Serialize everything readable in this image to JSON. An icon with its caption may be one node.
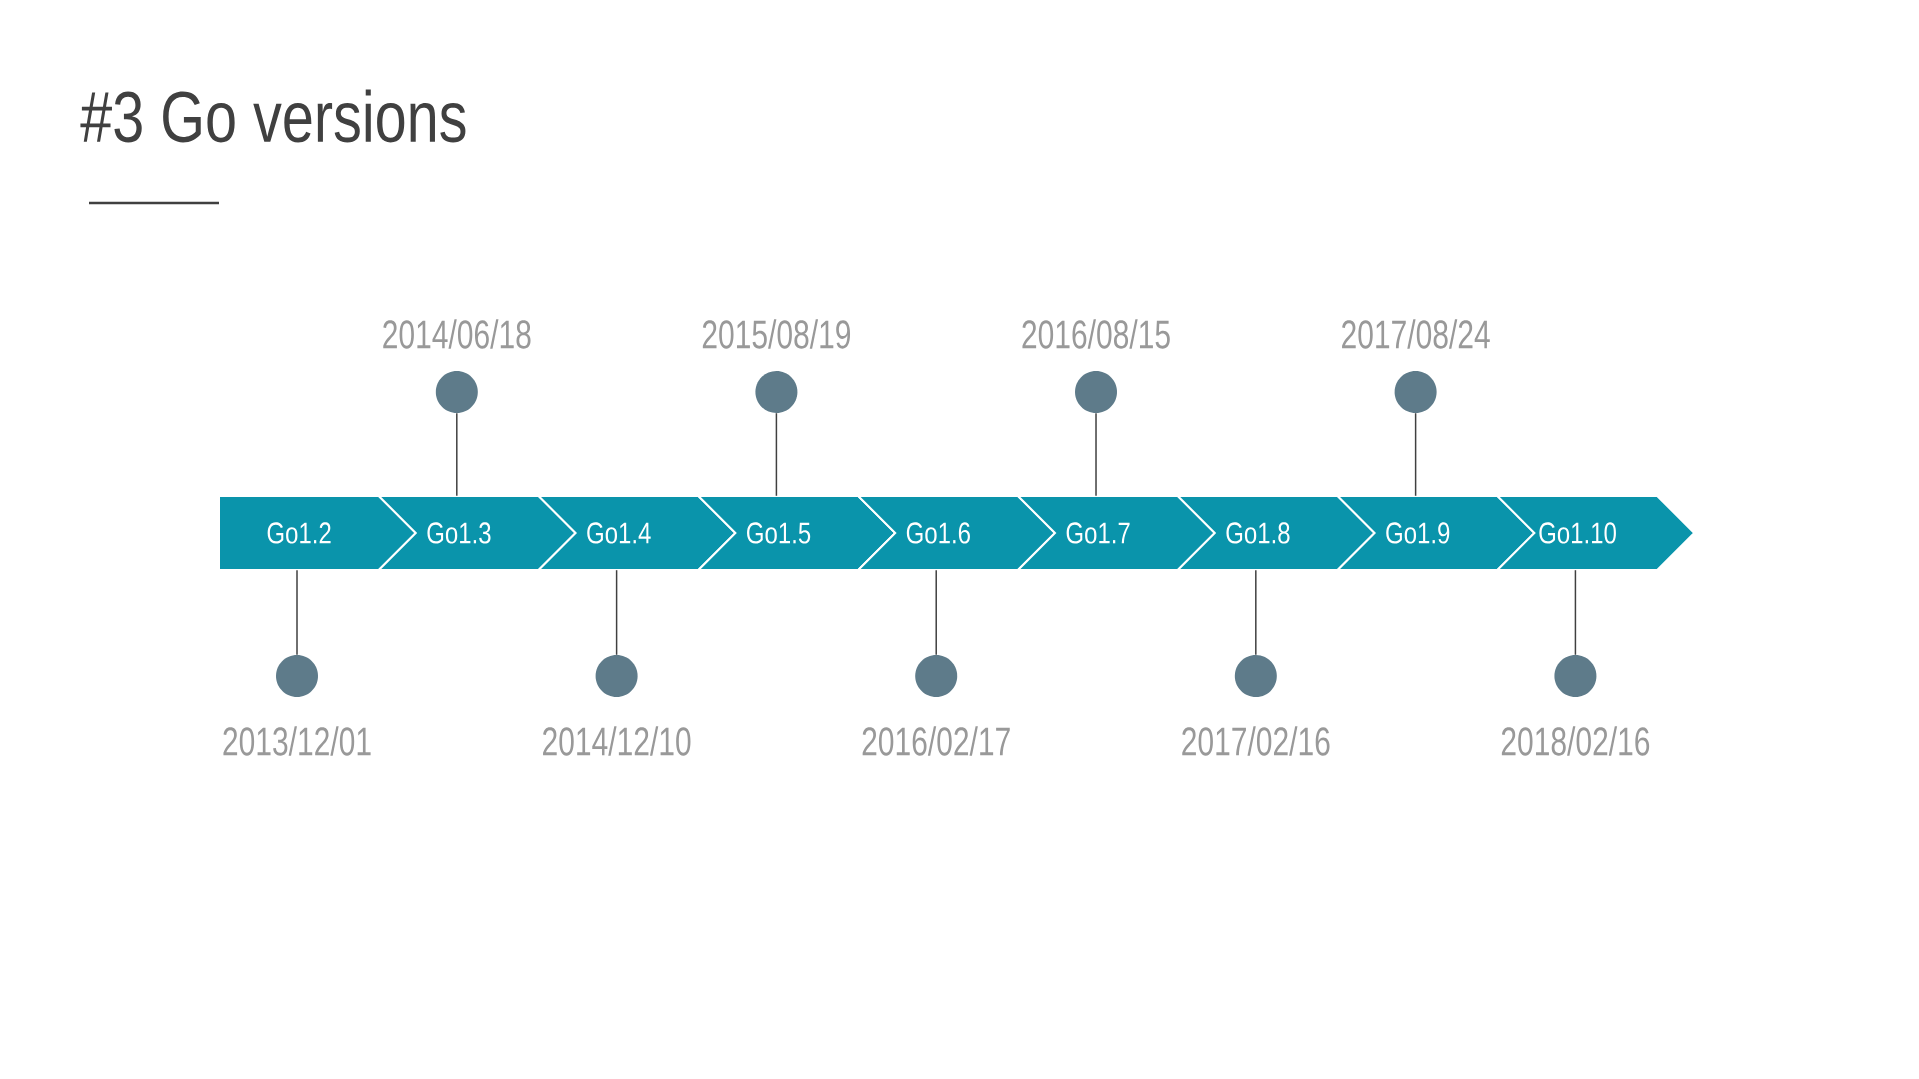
{
  "diagram": {
    "title": "#3 Go versions",
    "nodes": [
      {
        "text": [
          "Go1.2"
        ]
      },
      {
        "text": [
          "Go1.3"
        ]
      },
      {
        "text": [
          "Go1.4"
        ]
      },
      {
        "text": [
          "Go1.5"
        ]
      },
      {
        "text": [
          "Go1.6"
        ]
      },
      {
        "text": [
          "Go1.7"
        ]
      },
      {
        "text": [
          "Go1.8"
        ]
      },
      {
        "text": [
          "Go1.9"
        ]
      },
      {
        "text": [
          "Go1.10"
        ]
      },
      {
        "text": [],
        "shape": "circle",
        "beside": [
          "2013/12/01"
        ]
      },
      {
        "text": [],
        "shape": "circle",
        "beside": [
          "2014/06/18"
        ]
      },
      {
        "text": [],
        "shape": "circle",
        "beside": [
          "2014/12/10"
        ]
      },
      {
        "text": [],
        "shape": "circle",
        "beside": [
          "2015/08/19"
        ]
      },
      {
        "text": [],
        "shape": "circle",
        "beside": [
          "2016/02/17"
        ]
      },
      {
        "text": [],
        "shape": "circle",
        "beside": [
          "2016/08/15"
        ]
      },
      {
        "text": [],
        "shape": "circle",
        "beside": [
          "2017/02/16"
        ]
      },
      {
        "text": [],
        "shape": "circle",
        "beside": [
          "2017/08/24"
        ]
      },
      {
        "text": [],
        "shape": "circle",
        "beside": [
          "2018/02/16"
        ]
      }
    ],
    "edges": [
      {
        "from": 0,
        "to": 9,
        "arrow": "none"
      },
      {
        "from": 1,
        "to": 10,
        "arrow": "none"
      },
      {
        "from": 2,
        "to": 11,
        "arrow": "none"
      },
      {
        "from": 3,
        "to": 12,
        "arrow": "none"
      },
      {
        "from": 4,
        "to": 13,
        "arrow": "none"
      },
      {
        "from": 5,
        "to": 14,
        "arrow": "none"
      },
      {
        "from": 6,
        "to": 15,
        "arrow": "none"
      },
      {
        "from": 7,
        "to": 16,
        "arrow": "none"
      },
      {
        "from": 8,
        "to": 17,
        "arrow": "none"
      }
    ]
  }
}
